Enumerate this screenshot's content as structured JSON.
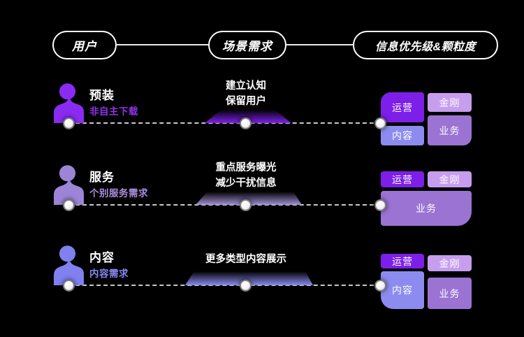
{
  "header": {
    "pills": [
      {
        "label": "用户"
      },
      {
        "label": "场景需求"
      },
      {
        "label": "信息优先级&颗粒度"
      }
    ]
  },
  "rows": [
    {
      "title": "预装",
      "subtitle": "非自主下载",
      "scenario": [
        "建立认知",
        "保留用户"
      ],
      "icon_color": "#8a2bf2",
      "subtitle_color": "#9133ea",
      "trapezoid_color": "#7f1feb",
      "boxes": {
        "yunying": {
          "label": "运营",
          "color": "#7d1fe9"
        },
        "jingang": {
          "label": "金刚",
          "color": "#c79ded"
        },
        "neirong": {
          "label": "内容",
          "color": "#8c8cf0"
        },
        "yewu": {
          "label": "业务",
          "color": "#9a73d3"
        }
      }
    },
    {
      "title": "服务",
      "subtitle": "个别服务需求",
      "scenario": [
        "重点服务曝光",
        "减少干扰信息"
      ],
      "icon_color": "#9c85d7",
      "subtitle_color": "#a78fdd",
      "trapezoid_color": "#a191d8",
      "boxes": {
        "yunying": {
          "label": "运营",
          "color": "#7d1fe9"
        },
        "jingang": {
          "label": "金刚",
          "color": "#c79ded"
        },
        "yewu": {
          "label": "业务",
          "color": "#9a73d3"
        }
      }
    },
    {
      "title": "内容",
      "subtitle": "内容需求",
      "scenario": [
        "更多类型内容展示"
      ],
      "icon_color": "#8080ef",
      "subtitle_color": "#8888f2",
      "trapezoid_color": "#8b8bf0",
      "boxes": {
        "yunying": {
          "label": "运营",
          "color": "#7d1fe9"
        },
        "jingang": {
          "label": "金刚",
          "color": "#c79ded"
        },
        "neirong": {
          "label": "内容",
          "color": "#8c8cf0"
        },
        "yewu": {
          "label": "业务",
          "color": "#9a73d3"
        }
      }
    }
  ],
  "colors": {
    "background": "#000000",
    "pill_border": "#ffffff",
    "connector_line": "#e9e9e9",
    "dashed_line": "#c9c9c9",
    "text": "#ffffff"
  }
}
